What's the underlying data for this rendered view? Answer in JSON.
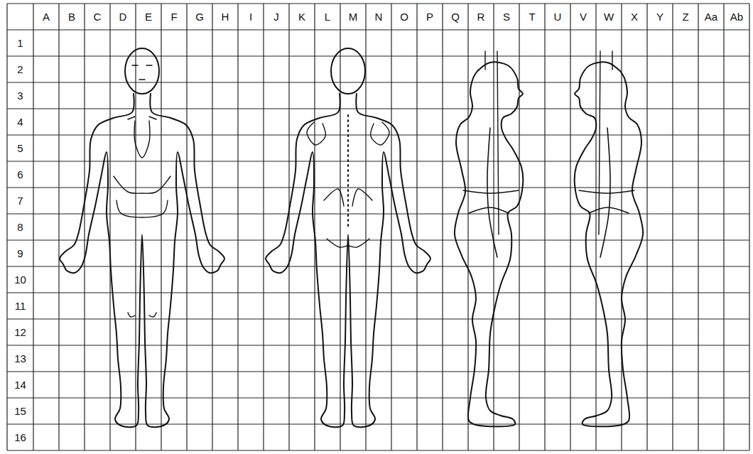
{
  "diagram": {
    "labels": [
      "A",
      "B",
      "C",
      "D",
      "E",
      "F",
      "G",
      "H",
      "I",
      "J",
      "K",
      "L",
      "M",
      "N",
      "O",
      "P",
      "Q",
      "R",
      "S",
      "T",
      "U",
      "V",
      "W",
      "X",
      "Y",
      "Z",
      "Aa",
      "Ab",
      "1",
      "2",
      "3",
      "4",
      "5",
      "6",
      "7",
      "8",
      "9",
      "10",
      "11",
      "12",
      "13",
      "14",
      "15",
      "16"
    ]
  }
}
